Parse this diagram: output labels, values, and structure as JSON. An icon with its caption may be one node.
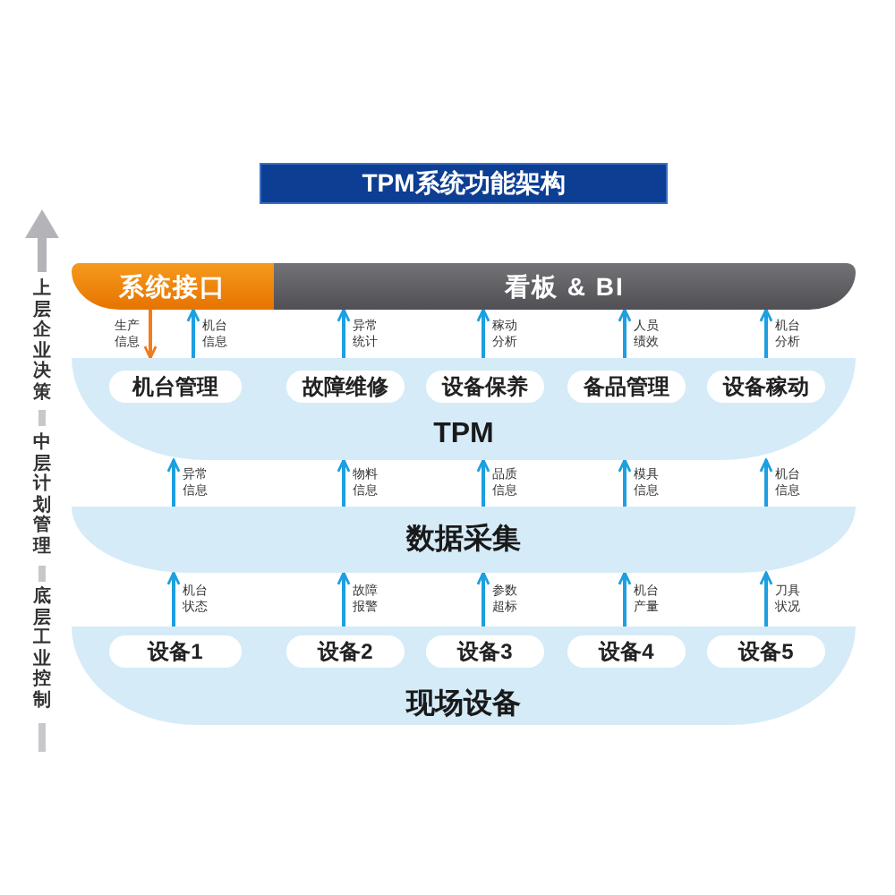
{
  "diagram": {
    "title": "TPM系统功能架构",
    "nodes": [
      {
        "text": [
          "系统接口"
        ]
      },
      {
        "text": [
          "看板 & BI"
        ]
      },
      {
        "text": [
          "TPM"
        ]
      },
      {
        "text": [
          "机台管理"
        ],
        "in": 2
      },
      {
        "text": [
          "故障维修"
        ],
        "in": 2
      },
      {
        "text": [
          "设备保养"
        ],
        "in": 2
      },
      {
        "text": [
          "备品管理"
        ],
        "in": 2
      },
      {
        "text": [
          "设备稼动"
        ],
        "in": 2
      },
      {
        "text": [
          "数据采集"
        ]
      },
      {
        "text": [
          "现场设备"
        ]
      },
      {
        "text": [
          "设备1"
        ],
        "in": 9
      },
      {
        "text": [
          "设备2"
        ],
        "in": 9
      },
      {
        "text": [
          "设备3"
        ],
        "in": 9
      },
      {
        "text": [
          "设备4"
        ],
        "in": 9
      },
      {
        "text": [
          "设备5"
        ],
        "in": 9
      }
    ],
    "edges": [
      {
        "from": 0,
        "to": 2,
        "arrow": "to",
        "label": "生产信息",
        "color": "#f07c1b"
      },
      {
        "from": 2,
        "to": 0,
        "arrow": "to",
        "label": "机台信息"
      },
      {
        "from": 2,
        "to": 1,
        "arrow": "to",
        "label": "异常统计"
      },
      {
        "from": 2,
        "to": 1,
        "arrow": "to",
        "label": "稼动分析"
      },
      {
        "from": 2,
        "to": 1,
        "arrow": "to",
        "label": "人员绩效"
      },
      {
        "from": 2,
        "to": 1,
        "arrow": "to",
        "label": "机台分析"
      },
      {
        "from": 8,
        "to": 2,
        "arrow": "to",
        "label": "异常信息"
      },
      {
        "from": 8,
        "to": 2,
        "arrow": "to",
        "label": "物料信息"
      },
      {
        "from": 8,
        "to": 2,
        "arrow": "to",
        "label": "品质信息"
      },
      {
        "from": 8,
        "to": 2,
        "arrow": "to",
        "label": "模具信息"
      },
      {
        "from": 8,
        "to": 2,
        "arrow": "to",
        "label": "机台信息"
      },
      {
        "from": 9,
        "to": 8,
        "arrow": "to",
        "label": "机台状态"
      },
      {
        "from": 9,
        "to": 8,
        "arrow": "to",
        "label": "故障报警"
      },
      {
        "from": 9,
        "to": 8,
        "arrow": "to",
        "label": "参数超标"
      },
      {
        "from": 9,
        "to": 8,
        "arrow": "to",
        "label": "机台产量"
      },
      {
        "from": 9,
        "to": 8,
        "arrow": "to",
        "label": "刀具状况"
      }
    ],
    "labels": [
      "上层企业决策",
      "中层计划管理",
      "底层工业控制"
    ]
  }
}
